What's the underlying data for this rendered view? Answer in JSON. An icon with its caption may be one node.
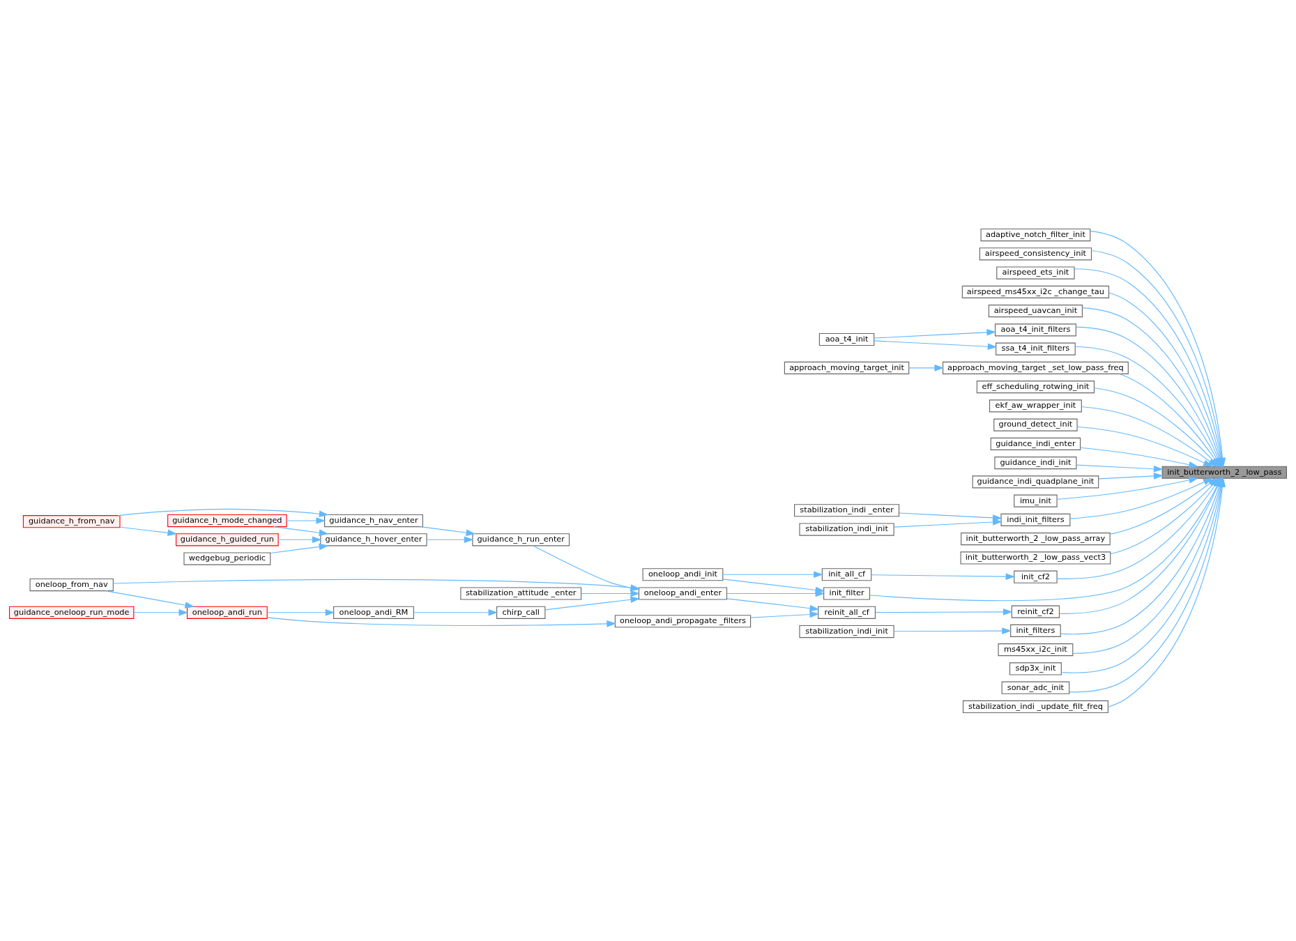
{
  "diagram": {
    "nodes": [
      {
        "text": [
          "init_butterworth_2 _low_pass"
        ]
      },
      {
        "text": [
          "adaptive_notch_filter_init"
        ]
      },
      {
        "text": [
          "airspeed_consistency_init"
        ]
      },
      {
        "text": [
          "airspeed_ets_init"
        ]
      },
      {
        "text": [
          "airspeed_ms45xx_i2c _change_tau"
        ]
      },
      {
        "text": [
          "airspeed_uavcan_init"
        ]
      },
      {
        "text": [
          "aoa_t4_init_filters"
        ]
      },
      {
        "text": [
          "ssa_t4_init_filters"
        ]
      },
      {
        "text": [
          "approach_moving_target _set_low_pass_freq"
        ]
      },
      {
        "text": [
          "eff_scheduling_rotwing_init"
        ]
      },
      {
        "text": [
          "ekf_aw_wrapper_init"
        ]
      },
      {
        "text": [
          "ground_detect_init"
        ]
      },
      {
        "text": [
          "guidance_indi_enter"
        ]
      },
      {
        "text": [
          "guidance_indi_init"
        ]
      },
      {
        "text": [
          "guidance_indi_quadplane_init"
        ]
      },
      {
        "text": [
          "imu_init"
        ]
      },
      {
        "text": [
          "indi_init_filters"
        ]
      },
      {
        "text": [
          "init_butterworth_2 _low_pass_array"
        ]
      },
      {
        "text": [
          "init_butterworth_2 _low_pass_vect3"
        ]
      },
      {
        "text": [
          "init_cf2"
        ]
      },
      {
        "text": [
          "init_filter"
        ]
      },
      {
        "text": [
          "reinit_cf2"
        ]
      },
      {
        "text": [
          "init_filters"
        ]
      },
      {
        "text": [
          "ms45xx_i2c_init"
        ]
      },
      {
        "text": [
          "sdp3x_init"
        ]
      },
      {
        "text": [
          "sonar_adc_init"
        ]
      },
      {
        "text": [
          "stabilization_indi _update_filt_freq"
        ]
      },
      {
        "text": [
          "aoa_t4_init"
        ]
      },
      {
        "text": [
          "approach_moving_target_init"
        ]
      },
      {
        "text": [
          "stabilization_indi _enter"
        ]
      },
      {
        "text": [
          "stabilization_indi_init"
        ]
      },
      {
        "text": [
          "init_all_cf"
        ]
      },
      {
        "text": [
          "reinit_all_cf"
        ]
      },
      {
        "text": [
          "stabilization_indi_init"
        ]
      },
      {
        "text": [
          "oneloop_andi_init"
        ]
      },
      {
        "text": [
          "oneloop_andi_enter"
        ]
      },
      {
        "text": [
          "oneloop_andi_propagate _filters"
        ]
      },
      {
        "text": [
          "guidance_h_run_enter"
        ]
      },
      {
        "text": [
          "stabilization_attitude _enter"
        ]
      },
      {
        "text": [
          "chirp_call"
        ]
      },
      {
        "text": [
          "guidance_h_nav_enter"
        ]
      },
      {
        "text": [
          "guidance_h_hover_enter"
        ]
      },
      {
        "text": [
          "oneloop_andi_RM"
        ]
      },
      {
        "text": [
          "guidance_h_mode_changed"
        ]
      },
      {
        "text": [
          "wedgebug_periodic"
        ]
      },
      {
        "text": [
          "guidance_h_guided_run"
        ]
      },
      {
        "text": [
          "oneloop_andi_run"
        ]
      },
      {
        "text": [
          "guidance_h_from_nav"
        ]
      },
      {
        "text": [
          "oneloop_from_nav"
        ]
      },
      {
        "text": [
          "guidance_oneloop_run_mode"
        ]
      }
    ],
    "edges": [
      {
        "from": 1,
        "to": 0,
        "arrow": "to"
      },
      {
        "from": 2,
        "to": 0,
        "arrow": "to"
      },
      {
        "from": 3,
        "to": 0,
        "arrow": "to"
      },
      {
        "from": 4,
        "to": 0,
        "arrow": "to"
      },
      {
        "from": 5,
        "to": 0,
        "arrow": "to"
      },
      {
        "from": 6,
        "to": 0,
        "arrow": "to"
      },
      {
        "from": 7,
        "to": 0,
        "arrow": "to"
      },
      {
        "from": 8,
        "to": 0,
        "arrow": "to"
      },
      {
        "from": 9,
        "to": 0,
        "arrow": "to"
      },
      {
        "from": 10,
        "to": 0,
        "arrow": "to"
      },
      {
        "from": 11,
        "to": 0,
        "arrow": "to"
      },
      {
        "from": 12,
        "to": 0,
        "arrow": "to"
      },
      {
        "from": 13,
        "to": 0,
        "arrow": "to"
      },
      {
        "from": 14,
        "to": 0,
        "arrow": "to"
      },
      {
        "from": 15,
        "to": 0,
        "arrow": "to"
      },
      {
        "from": 16,
        "to": 0,
        "arrow": "to"
      },
      {
        "from": 17,
        "to": 0,
        "arrow": "to"
      },
      {
        "from": 18,
        "to": 0,
        "arrow": "to"
      },
      {
        "from": 19,
        "to": 0,
        "arrow": "to"
      },
      {
        "from": 20,
        "to": 0,
        "arrow": "to"
      },
      {
        "from": 21,
        "to": 0,
        "arrow": "to"
      },
      {
        "from": 22,
        "to": 0,
        "arrow": "to"
      },
      {
        "from": 23,
        "to": 0,
        "arrow": "to"
      },
      {
        "from": 24,
        "to": 0,
        "arrow": "to"
      },
      {
        "from": 25,
        "to": 0,
        "arrow": "to"
      },
      {
        "from": 26,
        "to": 0,
        "arrow": "to"
      },
      {
        "from": 27,
        "to": 6,
        "arrow": "to"
      },
      {
        "from": 27,
        "to": 7,
        "arrow": "to"
      },
      {
        "from": 28,
        "to": 8,
        "arrow": "to"
      },
      {
        "from": 29,
        "to": 16,
        "arrow": "to"
      },
      {
        "from": 30,
        "to": 16,
        "arrow": "to"
      },
      {
        "from": 31,
        "to": 19,
        "arrow": "to"
      },
      {
        "from": 32,
        "to": 21,
        "arrow": "to"
      },
      {
        "from": 33,
        "to": 22,
        "arrow": "to"
      },
      {
        "from": 34,
        "to": 31,
        "arrow": "to"
      },
      {
        "from": 34,
        "to": 20,
        "arrow": "to"
      },
      {
        "from": 35,
        "to": 20,
        "arrow": "to"
      },
      {
        "from": 35,
        "to": 32,
        "arrow": "to"
      },
      {
        "from": 36,
        "to": 32,
        "arrow": "to"
      },
      {
        "from": 37,
        "to": 35,
        "arrow": "to"
      },
      {
        "from": 38,
        "to": 35,
        "arrow": "to"
      },
      {
        "from": 39,
        "to": 35,
        "arrow": "to"
      },
      {
        "from": 48,
        "to": 35,
        "arrow": "to"
      },
      {
        "from": 40,
        "to": 37,
        "arrow": "to"
      },
      {
        "from": 41,
        "to": 37,
        "arrow": "to"
      },
      {
        "from": 42,
        "to": 39,
        "arrow": "to"
      },
      {
        "from": 43,
        "to": 40,
        "arrow": "to"
      },
      {
        "from": 47,
        "to": 40,
        "arrow": "to"
      },
      {
        "from": 43,
        "to": 41,
        "arrow": "to"
      },
      {
        "from": 44,
        "to": 41,
        "arrow": "to"
      },
      {
        "from": 45,
        "to": 41,
        "arrow": "to"
      },
      {
        "from": 47,
        "to": 45,
        "arrow": "to"
      },
      {
        "from": 46,
        "to": 42,
        "arrow": "to"
      },
      {
        "from": 46,
        "to": 36,
        "arrow": "to"
      },
      {
        "from": 48,
        "to": 46,
        "arrow": "to"
      },
      {
        "from": 49,
        "to": 46,
        "arrow": "to"
      }
    ]
  }
}
